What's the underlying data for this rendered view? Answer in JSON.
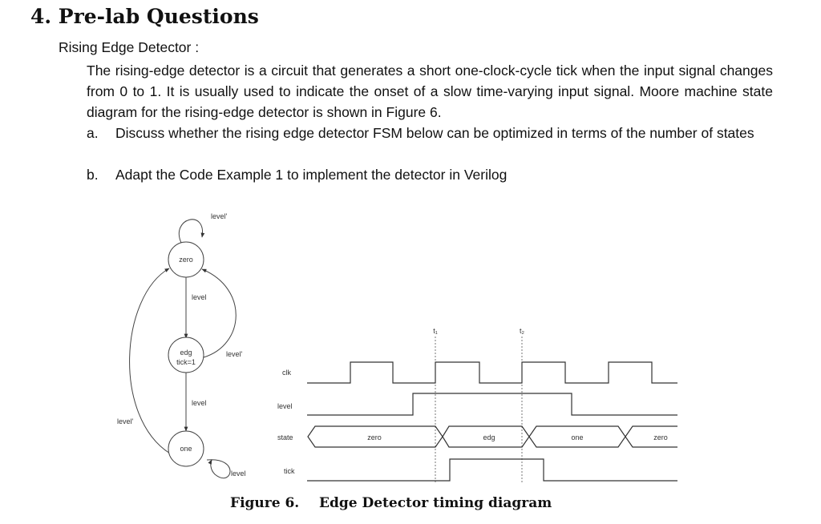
{
  "section_title": "4. Pre-lab Questions",
  "subtitle": "Rising Edge Detector :",
  "paragraph": "The rising-edge detector is a circuit that generates a short one-clock-cycle tick when the input signal changes from 0 to 1. It is usually used to indicate the onset of a slow time-varying input signal. Moore machine state diagram for the rising-edge detector is shown in Figure 6.",
  "questions": [
    {
      "marker": "a.",
      "text": "Discuss whether the rising edge detector FSM below can be optimized in terms of the number of states"
    },
    {
      "marker": "b.",
      "text": "Adapt the Code Example 1 to implement the detector in Verilog"
    }
  ],
  "state_diagram": {
    "states": [
      {
        "name": "zero",
        "output": ""
      },
      {
        "name": "edg",
        "output": "tick=1"
      },
      {
        "name": "one",
        "output": ""
      }
    ],
    "transition_labels": {
      "zero_self": "level'",
      "zero_to_edg": "level",
      "edg_to_zero": "level'",
      "edg_to_one": "level",
      "one_to_zero": "level'",
      "one_self": "level"
    }
  },
  "timing_diagram": {
    "markers": [
      "t₁",
      "t₂"
    ],
    "signals": [
      "clk",
      "level",
      "state",
      "tick"
    ],
    "state_values": [
      "zero",
      "edg",
      "one",
      "zero"
    ]
  },
  "caption": {
    "label": "Figure 6.",
    "title": "Edge Detector timing diagram"
  }
}
